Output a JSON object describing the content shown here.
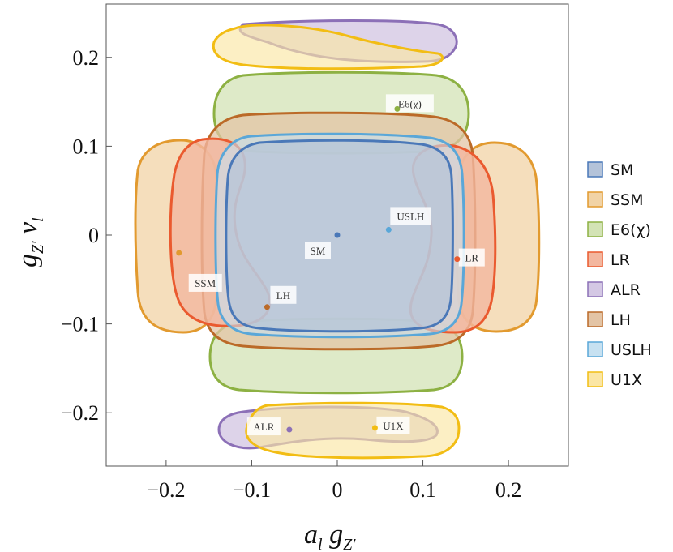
{
  "chart_data": {
    "type": "contour",
    "xlabel": "a_l g_Z'",
    "ylabel": "g_Z' v_l",
    "xlim": [
      -0.27,
      0.27
    ],
    "ylim": [
      -0.26,
      0.26
    ],
    "xticks": [
      "-0.2",
      "-0.1",
      "0",
      "0.1",
      "0.2"
    ],
    "xtick_values": [
      -0.2,
      -0.1,
      0,
      0.1,
      0.2
    ],
    "yticks": [
      "0.2",
      "0.1",
      "0",
      "-0.1",
      "-0.2"
    ],
    "ytick_values": [
      0.2,
      0.1,
      0,
      -0.1,
      -0.2
    ],
    "legend_position": "right",
    "series": [
      {
        "name": "SM",
        "color": "#4a78b8",
        "fill": "#b4c3d9"
      },
      {
        "name": "SSM",
        "color": "#e29a2f",
        "fill": "#f1d3a6"
      },
      {
        "name": "E6(χ)",
        "color": "#8db143",
        "fill": "#d3e3b5"
      },
      {
        "name": "LR",
        "color": "#ea5a2f",
        "fill": "#f3b79f"
      },
      {
        "name": "ALR",
        "color": "#8c70b7",
        "fill": "#d4c8e4"
      },
      {
        "name": "LH",
        "color": "#bb6a28",
        "fill": "#e3c4a5"
      },
      {
        "name": "USLH",
        "color": "#5aa7d8",
        "fill": "#c7e1f1"
      },
      {
        "name": "U1X",
        "color": "#f2bd14",
        "fill": "#fbe6a4"
      }
    ],
    "points": [
      {
        "label": "SM",
        "x": 0.0,
        "y": 0.0,
        "color": "#4a78b8"
      },
      {
        "label": "SSM",
        "x": -0.185,
        "y": -0.02,
        "color": "#e29a2f"
      },
      {
        "label": "E6(χ)",
        "x": 0.07,
        "y": 0.142,
        "color": "#8db143"
      },
      {
        "label": "LR",
        "x": 0.14,
        "y": -0.027,
        "color": "#ea5a2f"
      },
      {
        "label": "ALR",
        "x": -0.056,
        "y": -0.219,
        "color": "#8c70b7"
      },
      {
        "label": "LH",
        "x": -0.082,
        "y": -0.081,
        "color": "#bb6a28"
      },
      {
        "label": "USLH",
        "x": 0.06,
        "y": 0.006,
        "color": "#5aa7d8"
      },
      {
        "label": "U1X",
        "x": 0.044,
        "y": -0.217,
        "color": "#f2bd14"
      }
    ]
  }
}
